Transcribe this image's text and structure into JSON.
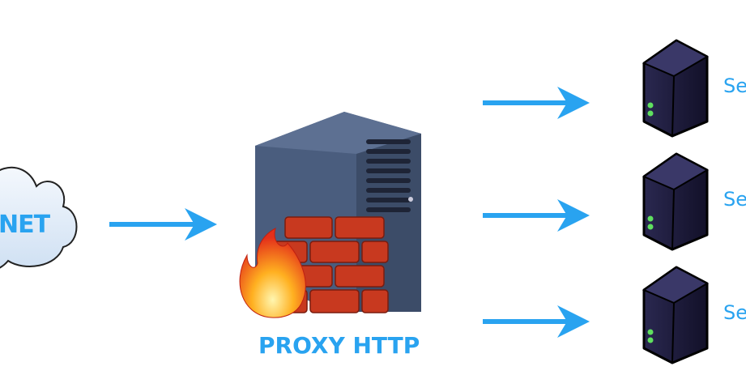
{
  "cloud": {
    "label": "NET"
  },
  "proxy": {
    "label": "PROXY HTTP"
  },
  "servers": [
    {
      "label": "Se"
    },
    {
      "label": "Se"
    },
    {
      "label": "Se"
    }
  ],
  "colors": {
    "accent": "#29a3f0",
    "proxy_body": "#4a5d7e",
    "brick": "#c8391f",
    "server": "#1c1a3a"
  }
}
